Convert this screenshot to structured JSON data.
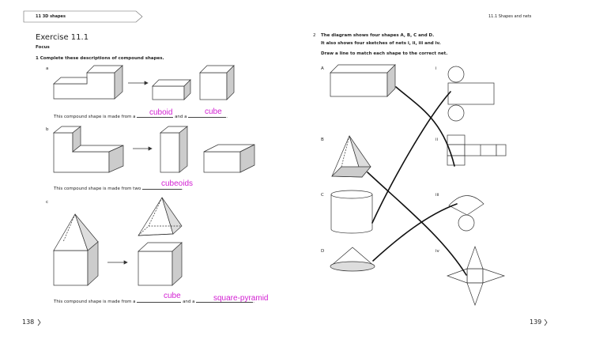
{
  "left_page": {
    "chapter_tab": "11  3D shapes",
    "exercise_title": "Exercise 11.1",
    "section": "Focus",
    "q1_text": "1    Complete these descriptions of compound shapes.",
    "part_a": "a",
    "part_b": "b",
    "part_c": "c",
    "sentence_a_start": "This compound shape is made from a",
    "sentence_a_mid": "and a",
    "answer_a1": "cuboid",
    "answer_a2": "cube",
    "sentence_b_start": "This compound shape is made from two",
    "answer_b1": "cubeoids",
    "sentence_c_start": "This compound shape is made from a",
    "sentence_c_mid": "and a",
    "answer_c1": "cube",
    "answer_c2": "square-pyramid",
    "page_number": "138"
  },
  "right_page": {
    "header": "11.1  Shapes and nets",
    "q2_number": "2",
    "q2_line1": "The diagram shows four shapes A, B, C and D.",
    "q2_line2": "It also shows four sketches of nets i, ii, iii and iv.",
    "q2_line3": "Draw a line to match each shape to the correct net.",
    "shapes": [
      "A",
      "B",
      "C",
      "D"
    ],
    "nets": [
      "i",
      "ii",
      "iii",
      "iv"
    ],
    "page_number": "139"
  },
  "colors": {
    "handwriting": "#d21fd2",
    "ink": "#111111"
  },
  "icons": [
    "chevron-right-icon"
  ]
}
